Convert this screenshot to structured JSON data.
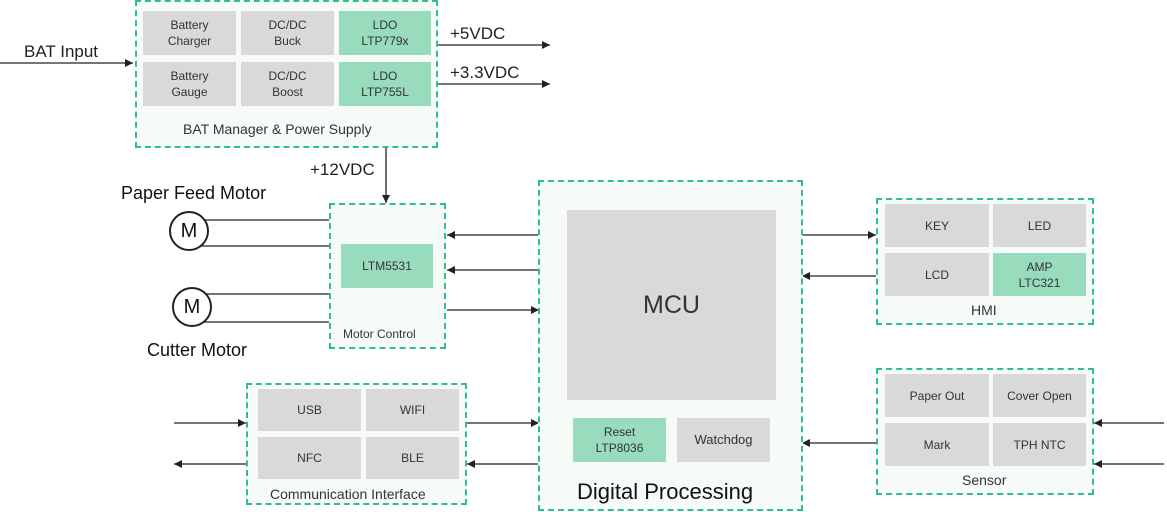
{
  "colors": {
    "border": "#2fc08a",
    "group_bg": "#f6fbf8",
    "grey_block": "#d9d9d9",
    "green_block": "#98dcbd",
    "wire": "#222222"
  },
  "bat_input": "BAT Input",
  "power": {
    "title": "BAT Manager & Power Supply",
    "charger": "Battery\nCharger",
    "buck": "DC/DC\nBuck",
    "ldo1": "LDO\nLTP779x",
    "gauge": "Battery\nGauge",
    "boost": "DC/DC\nBoost",
    "ldo2": "LDO\nLTP755L"
  },
  "rail_5v": "+5VDC",
  "rail_3v3": "+3.3VDC",
  "rail_12v": "+12VDC",
  "motors": {
    "paper_feed_label": "Paper Feed Motor",
    "cutter_label": "Cutter Motor",
    "symbol": "M"
  },
  "motor_control": {
    "title": "Motor Control",
    "driver": "LTM5531"
  },
  "digital": {
    "title": "Digital Processing",
    "mcu": "MCU",
    "reset": "Reset\nLTP8036",
    "watchdog": "Watchdog"
  },
  "hmi": {
    "title": "HMI",
    "key": "KEY",
    "led": "LED",
    "lcd": "LCD",
    "amp": "AMP\nLTC321"
  },
  "sensor": {
    "title": "Sensor",
    "paper_out": "Paper Out",
    "cover_open": "Cover Open",
    "mark": "Mark",
    "tph_ntc": "TPH NTC"
  },
  "comm": {
    "title": "Communication Interface",
    "usb": "USB",
    "wifi": "WIFI",
    "nfc": "NFC",
    "ble": "BLE"
  }
}
